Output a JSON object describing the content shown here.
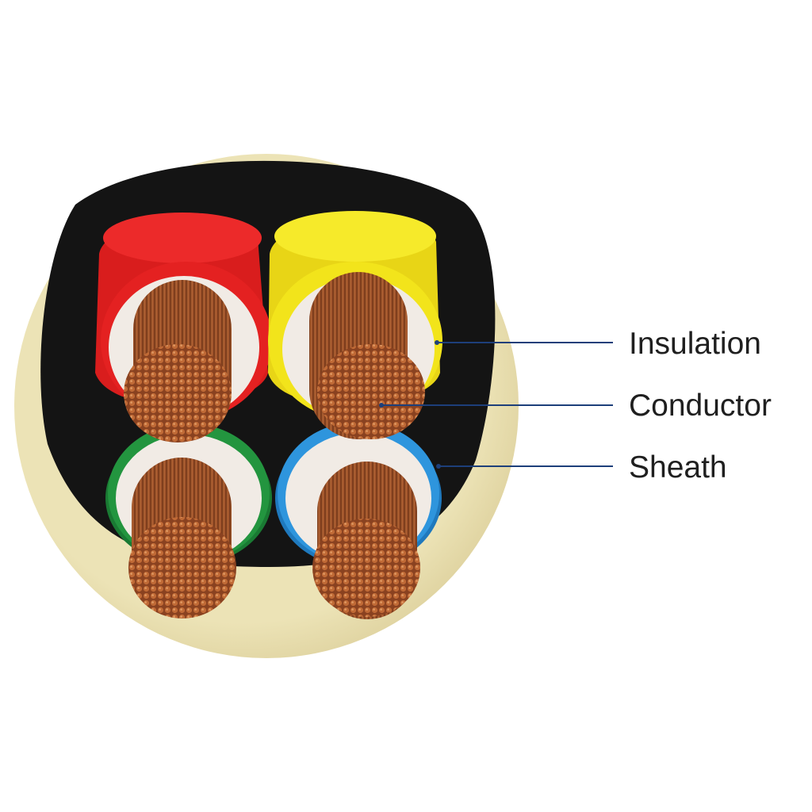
{
  "callouts": {
    "insulation": "Insulation",
    "conductor": "Conductor",
    "sheath": "Sheath"
  },
  "colors": {
    "sheath": "#eae0b2",
    "filler": "#141414",
    "core_red": "#e42121",
    "core_yellow": "#f2e41b",
    "core_green": "#1e8a3a",
    "core_blue": "#2a8fd6",
    "inner_insulation": "#f2ece6",
    "copper": "#a0532a",
    "leader_line": "#1d3f7a"
  },
  "icons": {
    "cable": "cable-cross-section-icon"
  }
}
